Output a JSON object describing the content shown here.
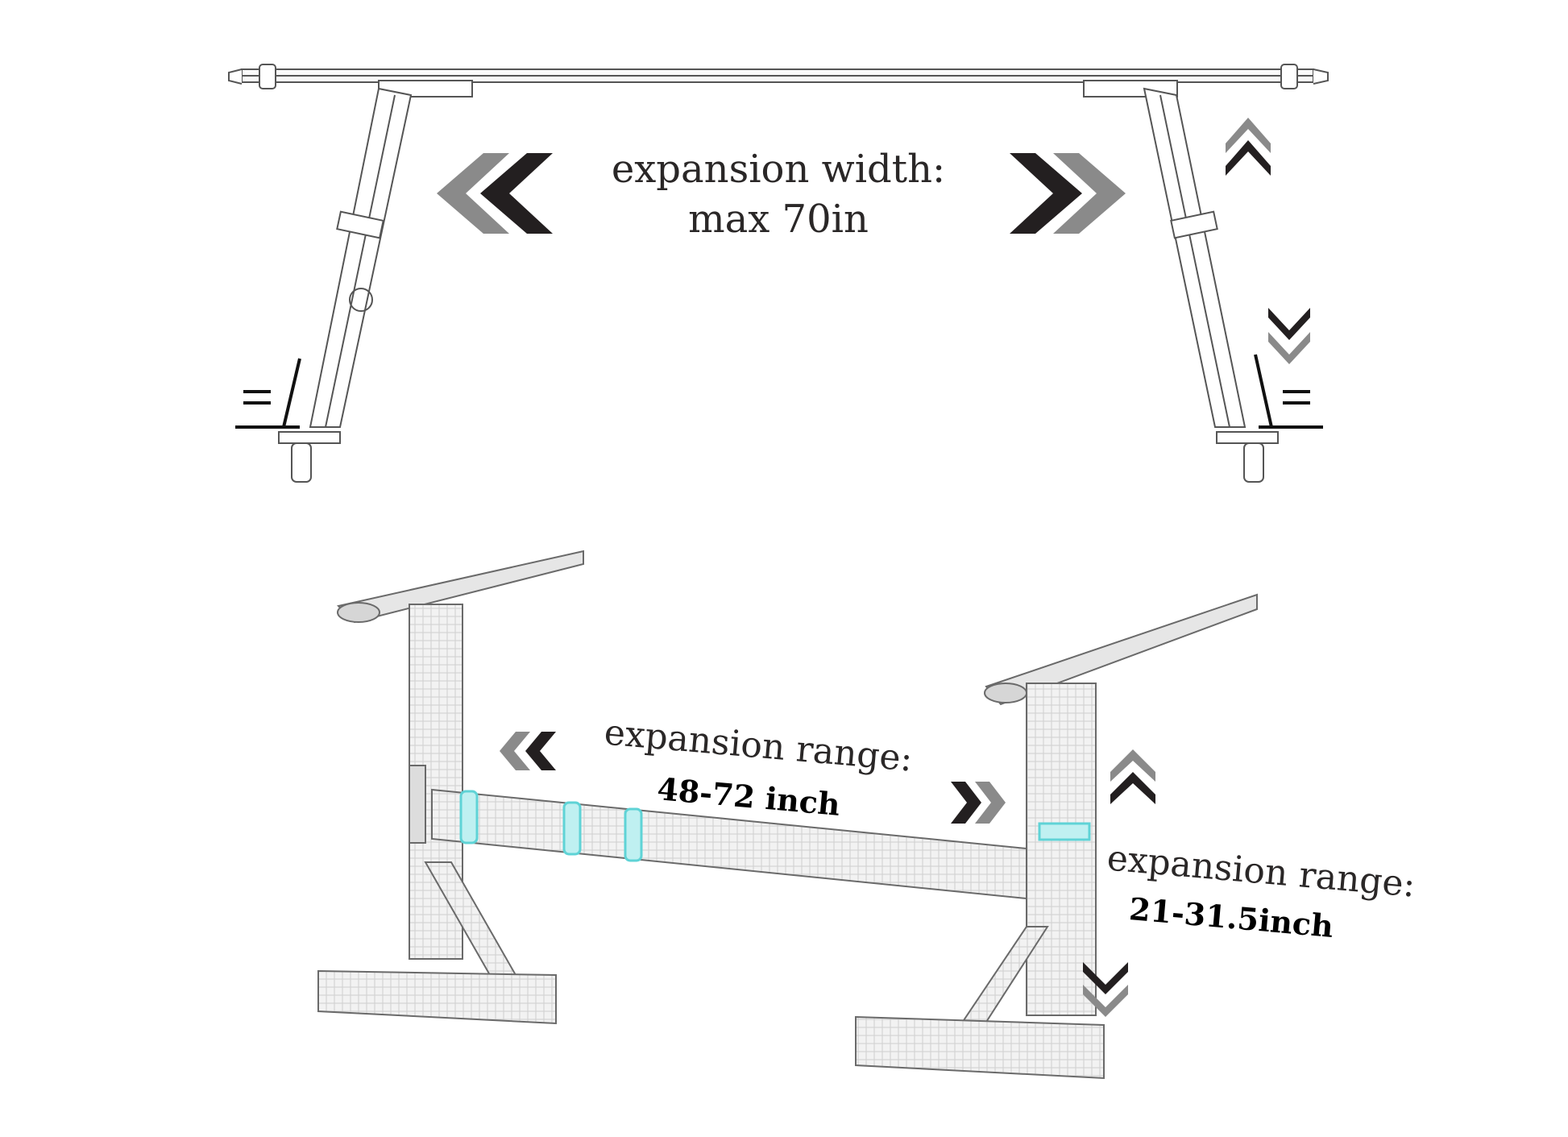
{
  "top_diagram": {
    "label_line1": "expansion width:",
    "label_line2": "max 70in"
  },
  "bottom_diagram": {
    "width_label": "expansion range:",
    "width_value": "48-72 inch",
    "height_label": "expansion range:",
    "height_value": "21-31.5inch"
  },
  "colors": {
    "chevron_dark": "#231f20",
    "chevron_gray": "#8a8a8a",
    "line": "#555555",
    "clamp_accent": "#5fd3d6"
  }
}
